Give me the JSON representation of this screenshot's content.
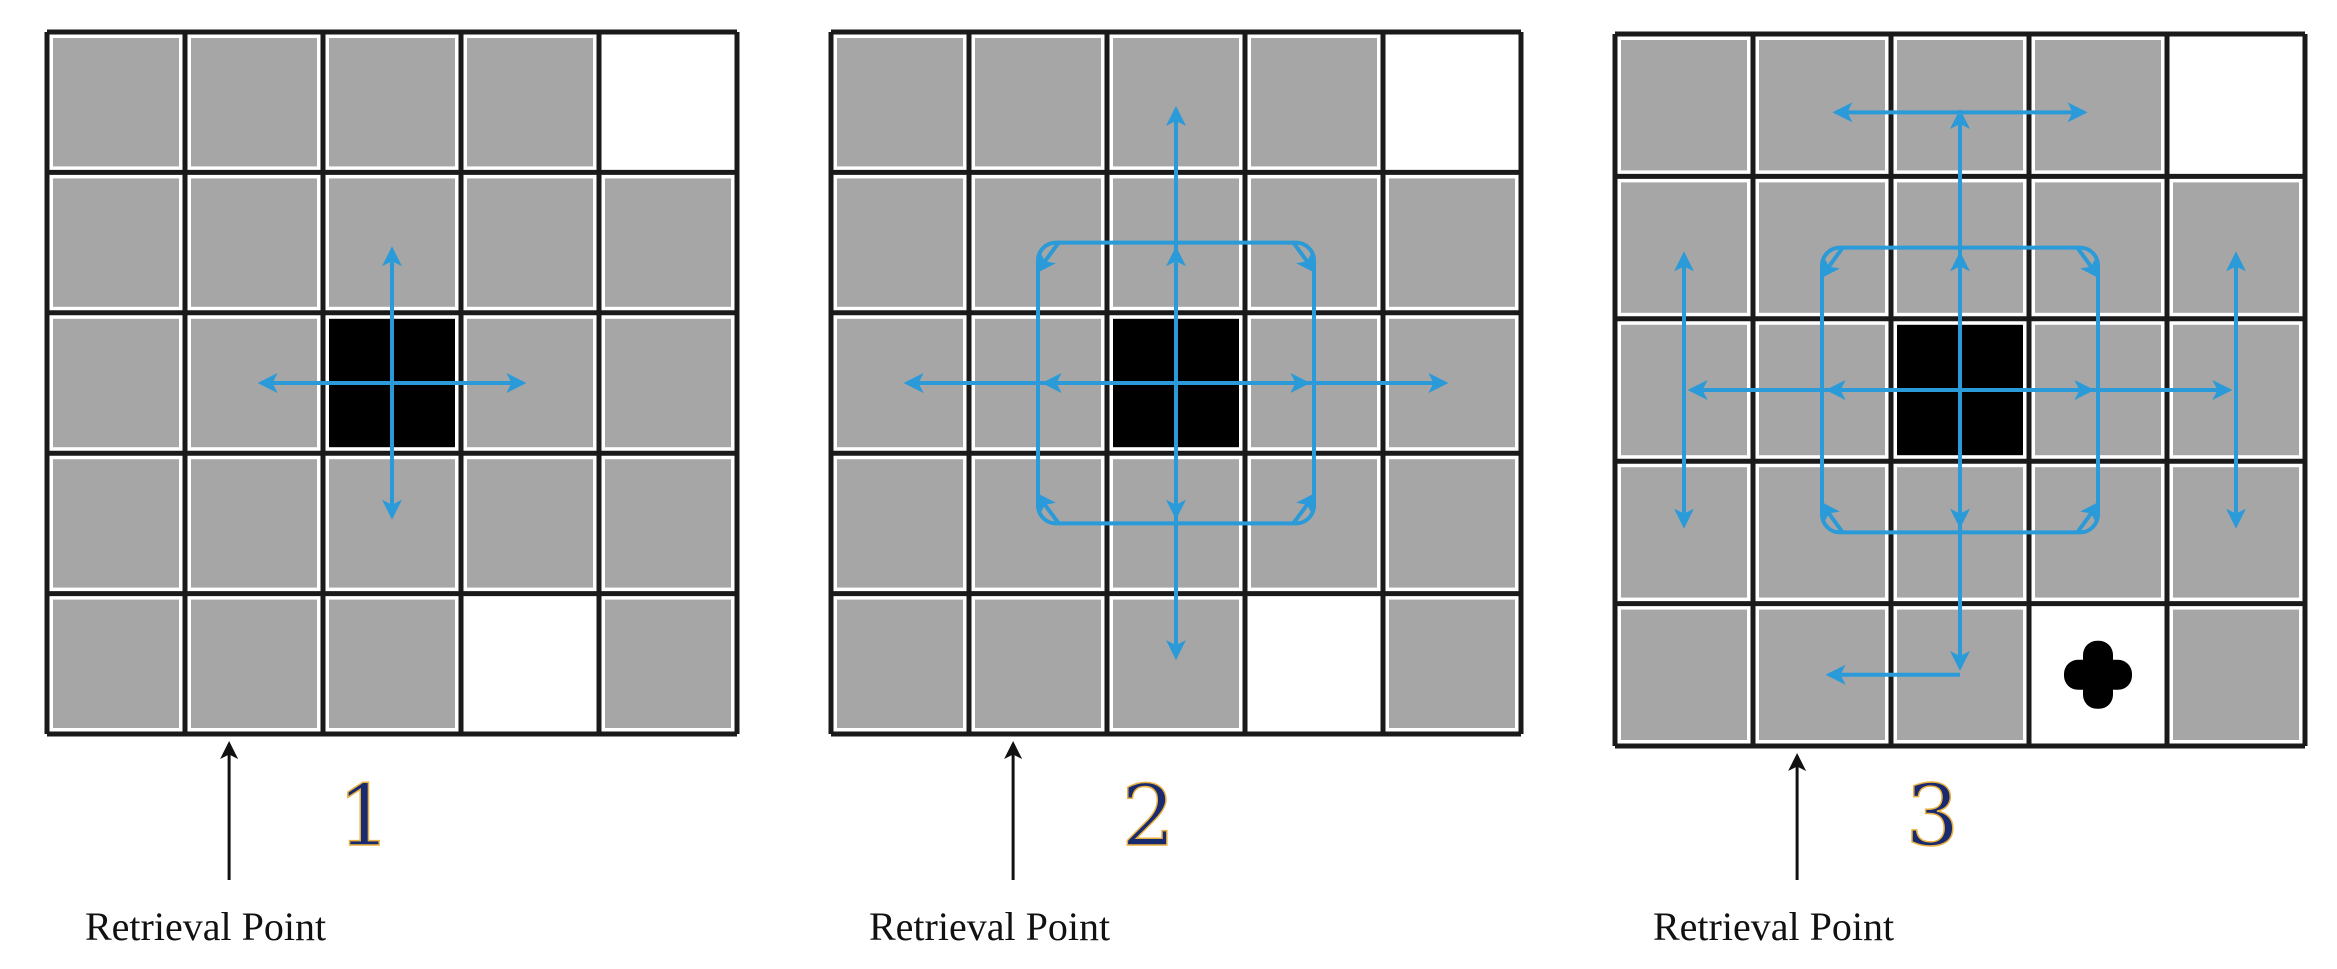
{
  "colors": {
    "empty_cell": "#a6a6a6",
    "free_cell": "#ffffff",
    "target_cell": "#000000",
    "grid_line": "#1a1a1a",
    "search_arrow": "#2a9ad8",
    "pointer_arrow": "#111111",
    "found_marker": "#000000",
    "number_fill": "#1a2a6e",
    "number_outline": "#e8b040"
  },
  "panels": [
    {
      "number": "1",
      "caption": "Retrieval Point",
      "search_depth": 1,
      "free_cells": [
        [
          0,
          4
        ],
        [
          4,
          3
        ]
      ],
      "target_cell": [
        2,
        2
      ],
      "found_cell": null
    },
    {
      "number": "2",
      "caption": "Retrieval Point",
      "search_depth": 2,
      "free_cells": [
        [
          0,
          4
        ],
        [
          4,
          3
        ]
      ],
      "target_cell": [
        2,
        2
      ],
      "found_cell": null
    },
    {
      "number": "3",
      "caption": "Retrieval Point",
      "search_depth": 3,
      "free_cells": [
        [
          0,
          4
        ],
        [
          4,
          3
        ]
      ],
      "target_cell": [
        2,
        2
      ],
      "found_cell": [
        4,
        3
      ]
    }
  ]
}
